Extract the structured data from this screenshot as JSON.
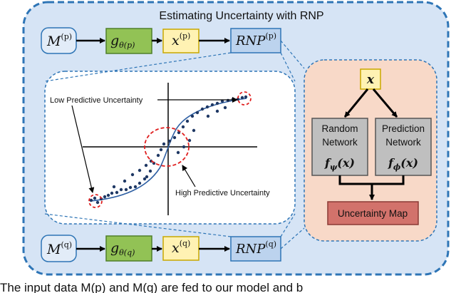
{
  "title": "Estimating Uncertainty with RNP",
  "top_row": {
    "m": "M",
    "m_sup": "(p)",
    "g": "g",
    "g_sub": "θ(p)",
    "x": "x",
    "x_sup": "(p)",
    "rnp": "RNP",
    "rnp_sup": "(p)"
  },
  "bottom_row": {
    "m": "M",
    "m_sup": "(q)",
    "g": "g",
    "g_sub": "θ(q)",
    "x": "x",
    "x_sup": "(q)",
    "rnp": "RNP",
    "rnp_sup": "(q)"
  },
  "plot": {
    "low_label": "Low Predictive Uncertainty",
    "high_label": "High Predictive Uncertainty"
  },
  "network": {
    "input": "x",
    "random_line1": "Random",
    "random_line2": "Network",
    "random_f": "f",
    "random_sub": "ψ",
    "random_arg": "(x)",
    "pred_line1": "Prediction",
    "pred_line2": "Network",
    "pred_f": "f",
    "pred_sub": "ϕ",
    "pred_arg": "(x)",
    "output": "Uncertainty Map"
  },
  "caption": "The input data M(p) and M(q) are fed to our model and b",
  "colors": {
    "outer_fill": "#d6e4f5",
    "outer_border": "#2e75b6",
    "m_fill": "#e2ecf8",
    "g_fill": "#92c255",
    "x_fill": "#fff2b3",
    "x_border": "#c9a800",
    "rnp_fill": "#bcd3ee",
    "panel_fill": "#f8d9c8",
    "net_fill": "#bfbfbf",
    "map_fill": "#d2726b"
  }
}
